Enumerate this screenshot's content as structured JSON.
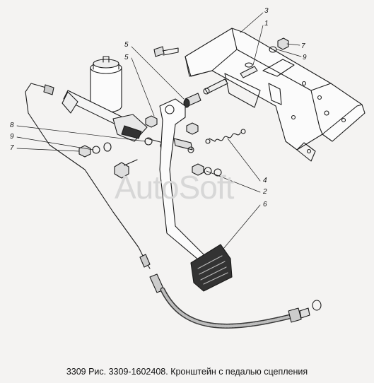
{
  "callouts": [
    {
      "id": "c3",
      "text": "3"
    },
    {
      "id": "c1",
      "text": "1"
    },
    {
      "id": "c7r",
      "text": "7"
    },
    {
      "id": "c9r",
      "text": "9"
    },
    {
      "id": "c5a",
      "text": "5"
    },
    {
      "id": "c5b",
      "text": "5"
    },
    {
      "id": "c8",
      "text": "8"
    },
    {
      "id": "c9l",
      "text": "9"
    },
    {
      "id": "c7l",
      "text": "7"
    },
    {
      "id": "c4",
      "text": "4"
    },
    {
      "id": "c2",
      "text": "2"
    },
    {
      "id": "c6",
      "text": "6"
    }
  ],
  "watermark": "AutoSoft",
  "caption": "3309 Рис. 3309-1602408. Кронштейн с педалью сцепления"
}
